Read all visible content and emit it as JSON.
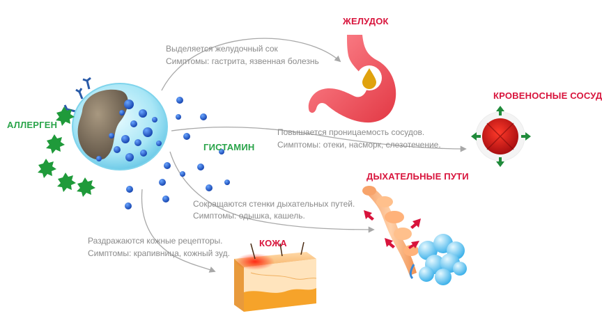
{
  "labels": {
    "allergen": "АЛЛЕРГЕН",
    "histamine": "ГИСТАМИН",
    "stomach": "ЖЕЛУДОК",
    "vessels": "КРОВЕНОСНЫЕ СОСУДЫ",
    "airways": "ДЫХАТЕЛЬНЫЕ ПУТИ",
    "skin": "КОЖА"
  },
  "effects": {
    "stomach": {
      "line1": "Выделяется желудочный сок",
      "line2": "Симптомы: гастрита, язвенная болезнь"
    },
    "vessels": {
      "line1": "Повышается проницаемость сосудов.",
      "line2": "Симптомы: отеки, насморк, слезотечение."
    },
    "airways": {
      "line1": "Сокращаются стенки дыхательных путей.",
      "line2": "Симптомы: одышка, кашель."
    },
    "skin": {
      "line1": "Раздражаются кожные рецепторы.",
      "line2": "Симптомы: крапивница, кожный зуд."
    }
  },
  "colors": {
    "green_label": "#2aa44a",
    "red_label": "#d8143c",
    "text": "#8a8a8a",
    "arrow": "#a8a8a8",
    "histamine_granule": "#1f5fd0",
    "allergen": "#1f9a3a"
  }
}
